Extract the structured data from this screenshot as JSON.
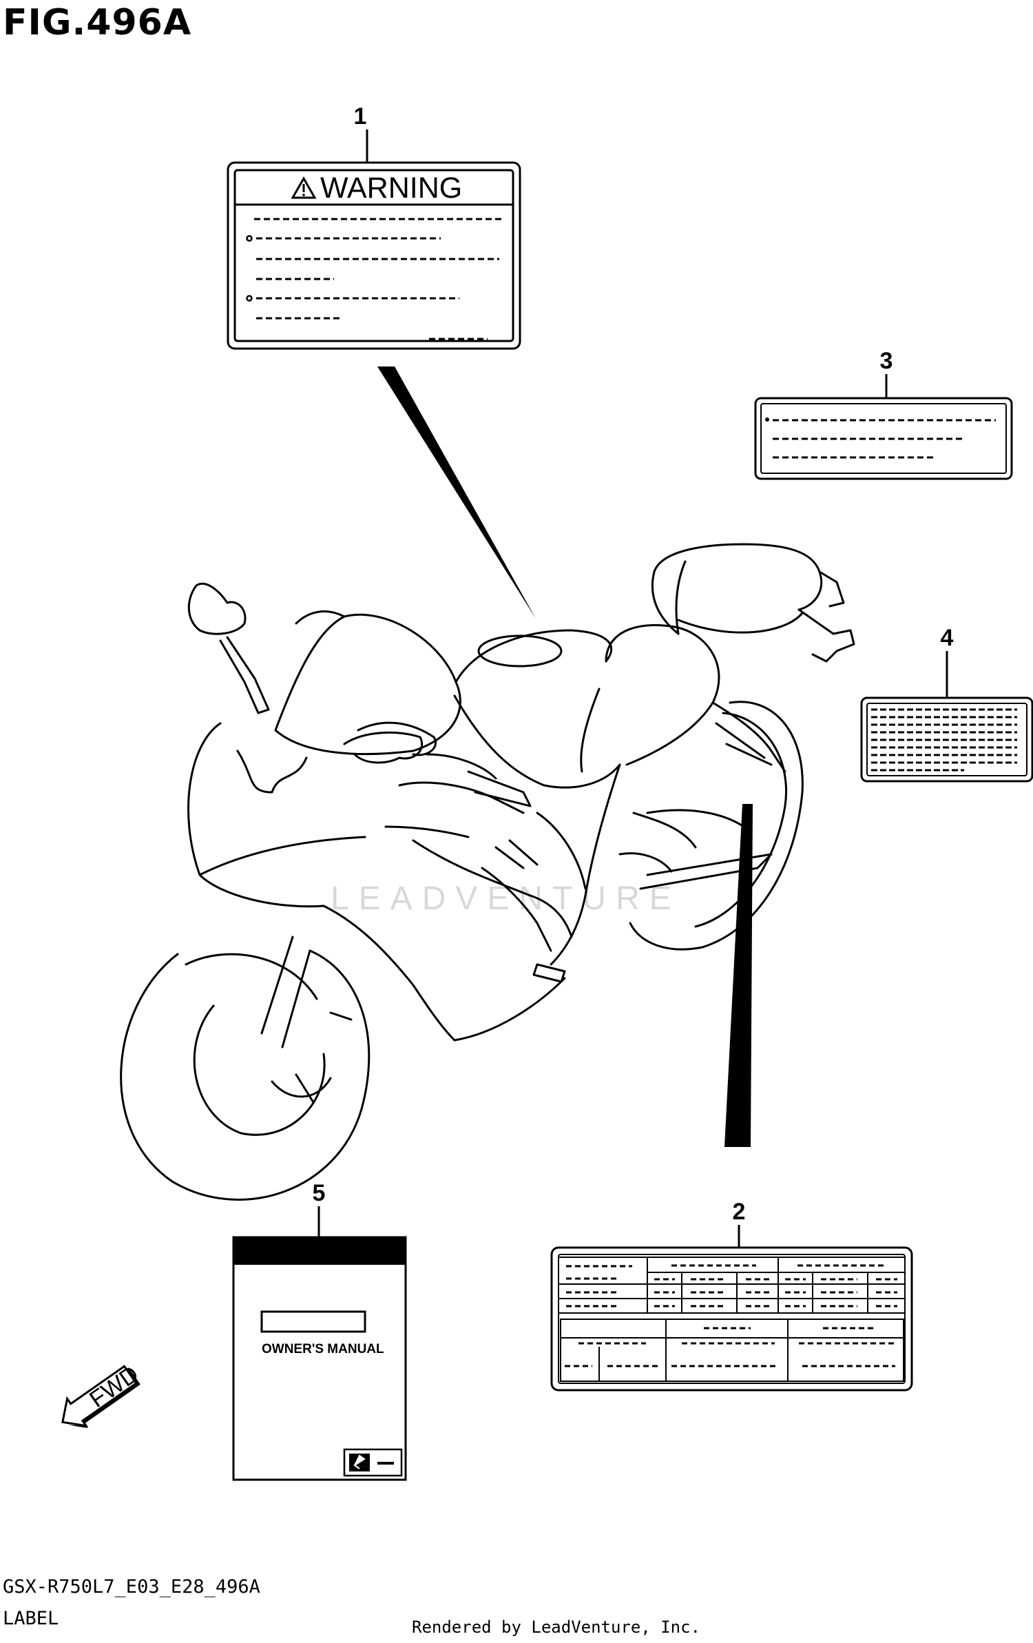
{
  "figure": {
    "title": "FIG.496A",
    "model_code": "GSX-R750L7_E03_E28_496A",
    "section_label": "LABEL",
    "rendered_by": "Rendered by LeadVenture, Inc.",
    "watermark": "LEADVENTURE"
  },
  "callouts": [
    "1",
    "2",
    "3",
    "4",
    "5"
  ],
  "warning_label": {
    "heading": "WARNING",
    "icon": "warning-triangle-icon"
  },
  "owners_manual": {
    "title": "OWNER'S MANUAL",
    "logo_icon": "suzuki-s-icon"
  },
  "fwd_arrow": {
    "label": "FWD",
    "icon": "forward-arrow-icon"
  },
  "colors": {
    "line": "#000000",
    "background": "#ffffff",
    "watermark": "#d8d8d8"
  }
}
